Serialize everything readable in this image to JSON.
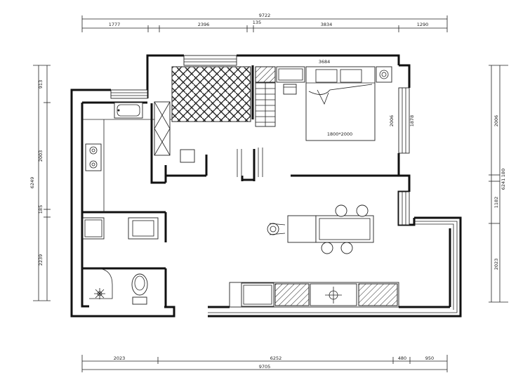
{
  "dimensions": {
    "top_total": "9722",
    "top_segments": [
      "1777",
      "2396",
      "135",
      "3834",
      "1290"
    ],
    "bottom_total": "9705",
    "bottom_segments": [
      "2023",
      "6252",
      "480",
      "950"
    ],
    "left_total": "6249",
    "left_segments": [
      "913",
      "2003",
      "185",
      "2239"
    ],
    "right_total": "6241",
    "right_segments": [
      "2006",
      "180",
      "1182",
      "2023"
    ]
  },
  "rooms": {
    "bedroom_wall_width": "3684",
    "bed_size": "1800*2000",
    "bed_length": "2006",
    "window_width": "1878"
  }
}
